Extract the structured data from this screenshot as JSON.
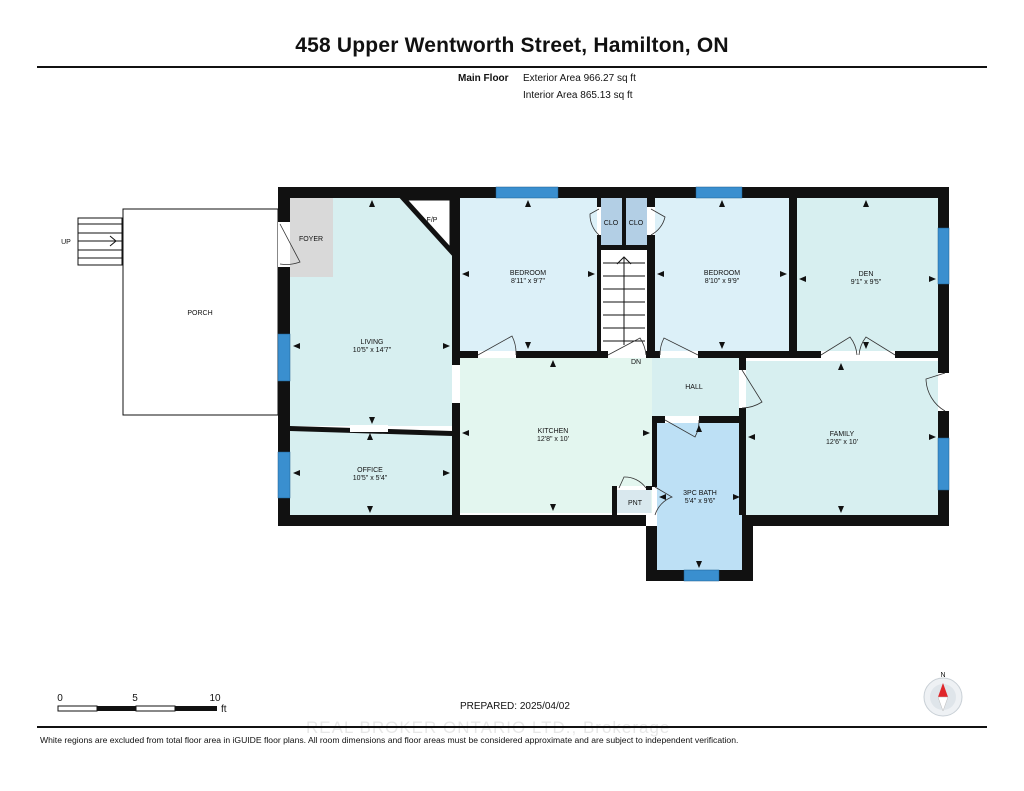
{
  "title": "458 Upper Wentworth Street, Hamilton, ON",
  "floor": {
    "name": "Main Floor",
    "exterior_area": "Exterior Area 966.27 sq ft",
    "interior_area": "Interior Area 865.13 sq ft"
  },
  "rooms": {
    "porch": {
      "name": "PORCH"
    },
    "foyer": {
      "name": "FOYER"
    },
    "fireplace": {
      "name": "F/P"
    },
    "living": {
      "name": "LIVING",
      "dims": "10'5\" x 14'7\""
    },
    "office": {
      "name": "OFFICE",
      "dims": "10'5\" x 5'4\""
    },
    "bedroom1": {
      "name": "BEDROOM",
      "dims": "8'11\" x 9'7\""
    },
    "closet1": {
      "name": "CLO"
    },
    "closet2": {
      "name": "CLO"
    },
    "bedroom2": {
      "name": "BEDROOM",
      "dims": "8'10\" x 9'9\""
    },
    "den": {
      "name": "DEN",
      "dims": "9'1\" x 9'5\""
    },
    "kitchen": {
      "name": "KITCHEN",
      "dims": "12'8\" x 10'"
    },
    "pantry": {
      "name": "PNT"
    },
    "hall": {
      "name": "HALL"
    },
    "bath": {
      "name": "3PC BATH",
      "dims": "5'4\" x 9'6\""
    },
    "family": {
      "name": "FAMILY",
      "dims": "12'6\" x 10'"
    }
  },
  "stairs": {
    "up_label": "UP",
    "down_label": "DN"
  },
  "scale_bar": {
    "ticks": [
      "0",
      "5",
      "10"
    ],
    "unit": "ft"
  },
  "prepared": "PREPARED: 2025/04/02",
  "compass": {
    "label": "N"
  },
  "disclaimer": "White regions are excluded from total floor area in iGUIDE floor plans. All room dimensions and floor areas must be considered approximate and are subject to independent verification.",
  "watermark": "REAL BROKER ONTARIO LTD., Brokerage",
  "colors": {
    "wall": "#111111",
    "window": "#3a8fcf",
    "living_fill": "#d7eff0",
    "bedroom_fill": "#dcf0f8",
    "kitchen_fill": "#e3f6ef",
    "bath_fill": "#bde0f5",
    "closet_fill": "#b3cfe5",
    "foyer_fill": "#d8d8d8"
  }
}
